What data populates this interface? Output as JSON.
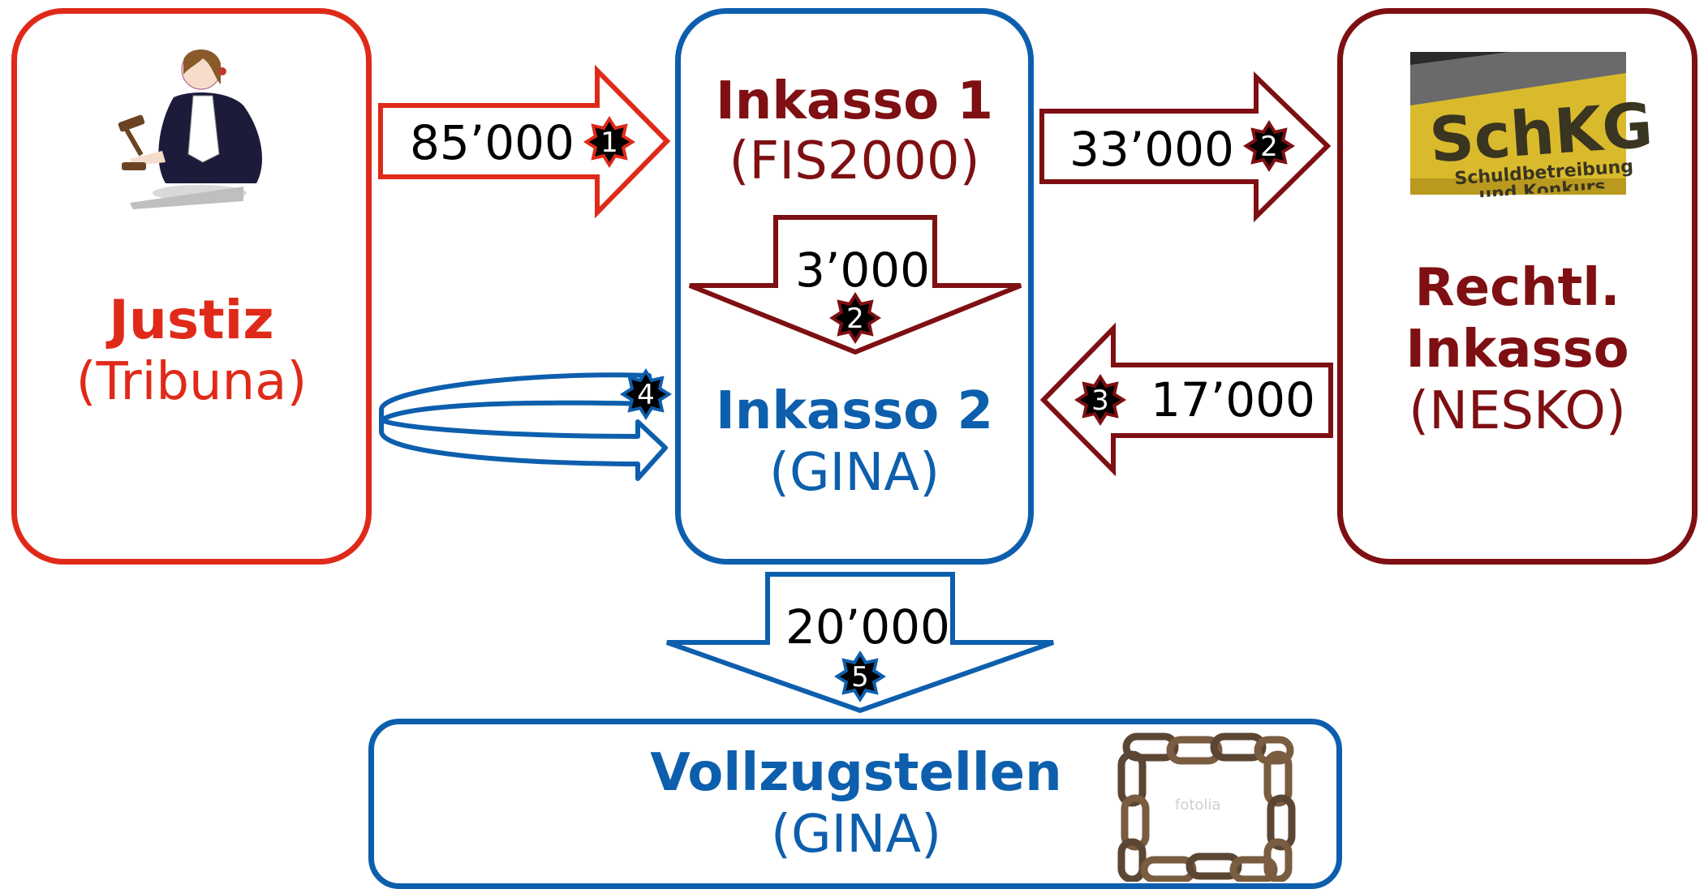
{
  "colors": {
    "justiz_red": "#e02a19",
    "inkasso_darkred": "#7e0f12",
    "gina_blue": "#0d5fad",
    "badge_fill": "#000000"
  },
  "boxes": {
    "justiz": {
      "title": "Justiz",
      "subtitle": "(Tribuna)"
    },
    "inkasso1": {
      "title": "Inkasso 1",
      "subtitle": "(FIS2000)"
    },
    "inkasso2": {
      "title": "Inkasso 2",
      "subtitle": "(GINA)"
    },
    "rechtl": {
      "title_line1": "Rechtl.",
      "title_line2": "Inkasso",
      "subtitle": "(NESKO)"
    },
    "vollzug": {
      "title": "Vollzugstellen",
      "subtitle": "(GINA)"
    }
  },
  "flows": [
    {
      "id": "justiz-to-inkasso1",
      "amount": "85’000",
      "step": "1"
    },
    {
      "id": "inkasso1-to-rechtl",
      "amount": "33’000",
      "step": "2"
    },
    {
      "id": "inkasso1-to-inkasso2",
      "amount": "3’000",
      "step": "2"
    },
    {
      "id": "rechtl-to-inkasso2",
      "amount": "17’000",
      "step": "3"
    },
    {
      "id": "justiz-loop-to-inkasso2",
      "step": "4"
    },
    {
      "id": "inkasso2-to-vollzug",
      "amount": "20’000",
      "step": "5"
    }
  ],
  "images": {
    "judge": "judge-clipart",
    "schkg_sign": {
      "icon": "schkg-sign-photo",
      "line1": "SchKG",
      "line2": "Schuldbetreibung",
      "line3": "und Konkurs"
    },
    "chain": {
      "icon": "chain-photo",
      "watermark": "fotolia"
    }
  }
}
